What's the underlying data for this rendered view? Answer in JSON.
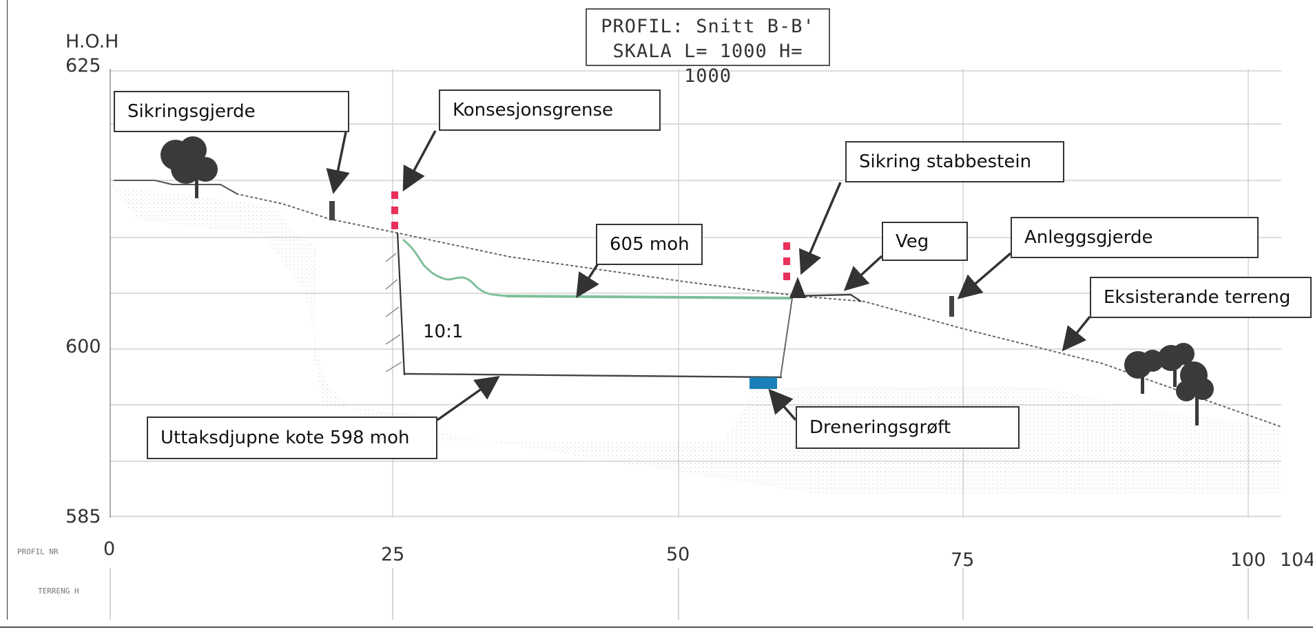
{
  "title": {
    "line1": "PROFIL: Snitt B-B'",
    "line2": "SKALA L= 1000 H= 1000"
  },
  "axes": {
    "y_title": "H.O.H",
    "y_ticks": [
      "625",
      "600",
      "585"
    ],
    "x_ticks": [
      "0",
      "25",
      "50",
      "75",
      "100",
      "104"
    ],
    "profile_row_label": "PROFIL NR",
    "terrain_row_label": "TERRENG H"
  },
  "callouts": {
    "sikringsgjerde": "Sikringsgjerde",
    "konsesjonsgrense": "Konsesjonsgrense",
    "sikring_stabbestein": "Sikring stabbestein",
    "moh_605": "605 moh",
    "veg": "Veg",
    "anleggsgjerde": "Anleggsgjerde",
    "eksisterande_terreng": "Eksisterande terreng",
    "uttaksdjupne": "Uttaksdjupne kote 598 moh",
    "dreneringsgroft": "Dreneringsgrøft",
    "slope": "10:1"
  },
  "colors": {
    "grid": "#c8c8c8",
    "boundary_marker": "#e8305a",
    "drain": "#1a7fb8",
    "floor_line": "#7fbf9a",
    "tree": "#333333"
  },
  "icons": [
    "tree-icon",
    "fence-post-icon",
    "stone-icon",
    "arrow-icon"
  ]
}
